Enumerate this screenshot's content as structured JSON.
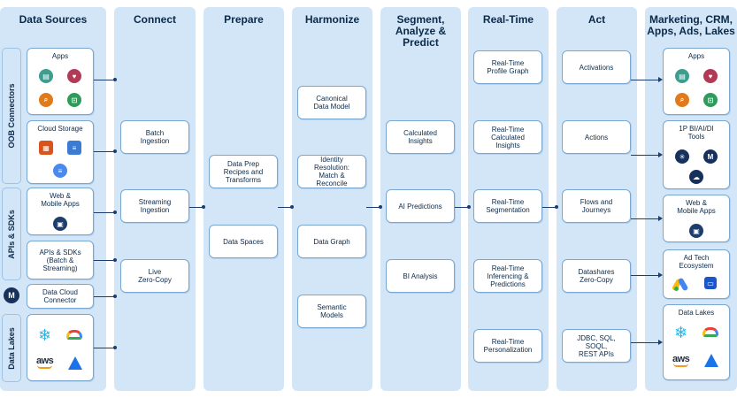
{
  "columns": {
    "data_sources": "Data Sources",
    "connect": "Connect",
    "prepare": "Prepare",
    "harmonize": "Harmonize",
    "segment": "Segment,\nAnalyze &\nPredict",
    "realtime": "Real-Time",
    "act": "Act",
    "marketing": "Marketing, CRM,\nApps, Ads, Lakes"
  },
  "side_labels": {
    "oob": "OOB Connectors",
    "apis": "APIs & SDKs",
    "lakes": "Data Lakes"
  },
  "sources": {
    "apps": "Apps",
    "cloud_storage": "Cloud Storage",
    "web_mobile": "Web &\nMobile Apps",
    "apis_sdks": "APIs & SDKs\n(Batch &\nStreaming)",
    "dc_connector": "Data Cloud\nConnector",
    "aws": "aws"
  },
  "connect": [
    "Batch\nIngestion",
    "Streaming\nIngestion",
    "Live\nZero-Copy"
  ],
  "prepare": [
    "Data Prep\nRecipes and\nTransforms",
    "Data Spaces"
  ],
  "harmonize": [
    "Canonical\nData Model",
    "Identity\nResolution:\nMatch &\nReconcile",
    "Data Graph",
    "Semantic\nModels"
  ],
  "segment": [
    "Calculated\nInsights",
    "AI Predictions",
    "BI Analysis"
  ],
  "realtime": [
    "Real-Time\nProfile Graph",
    "Real-Time\nCalculated\nInsights",
    "Real-Time\nSegmentation",
    "Real-Time\nInferencing &\nPredictions",
    "Real-Time\nPersonalization"
  ],
  "act": [
    "Activations",
    "Actions",
    "Flows and\nJourneys",
    "Datashares\nZero-Copy",
    "JDBC, SQL,\nSOQL,\nREST APIs"
  ],
  "targets": {
    "apps": "Apps",
    "bi_tools": "1P BI/AI/DI\nTools",
    "web_mobile": "Web &\nMobile Apps",
    "adtech": "Ad Tech\nEcosystem",
    "lakes": "Data Lakes",
    "aws": "aws"
  },
  "icons": [
    "chart-icon",
    "heart-icon",
    "search-icon",
    "cart-icon",
    "aws-s3-icon",
    "doc-icon",
    "database-icon",
    "mobile-app-icon",
    "mulesoft-icon",
    "snowflake-icon",
    "google-cloud-icon",
    "azure-icon",
    "network-icon",
    "cloud-icon",
    "google-ads-icon",
    "ad-panel-icon"
  ],
  "colors": {
    "column_bg": "#d3e6f7",
    "box_border": "#7aa7cf",
    "text": "#0b2a4a",
    "connector": "#1c3d6e"
  }
}
